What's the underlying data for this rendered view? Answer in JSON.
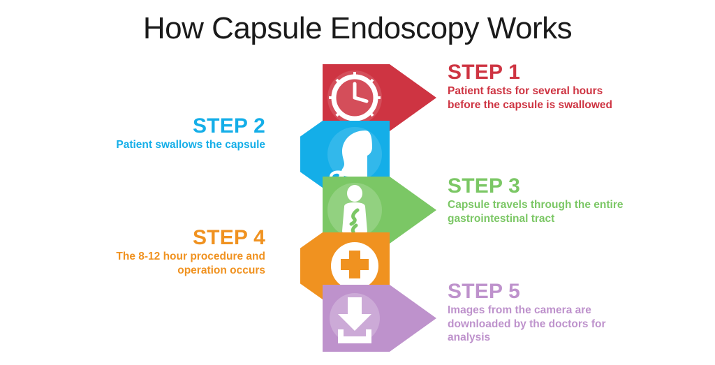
{
  "title": "How Capsule Endoscopy Works",
  "colors": {
    "step1": "#CE3442",
    "step2": "#14AEE8",
    "step3": "#7BC765",
    "step4": "#F09220",
    "step5": "#BE92CC",
    "title_text": "#1a1a1a",
    "background": "#ffffff",
    "icon_white": "#ffffff"
  },
  "steps": [
    {
      "title": "STEP 1",
      "desc": "Patient fasts for several hours before the capsule is swallowed",
      "color": "#CE3442",
      "direction": "right",
      "text_side": "right",
      "icon": "clock-icon"
    },
    {
      "title": "STEP 2",
      "desc": "Patient swallows the capsule",
      "color": "#14AEE8",
      "direction": "left",
      "text_side": "left",
      "icon": "head-swallowing-icon"
    },
    {
      "title": "STEP 3",
      "desc": "Capsule travels through the entire gastrointestinal tract",
      "color": "#7BC765",
      "direction": "right",
      "text_side": "right",
      "icon": "torso-digestive-tract-icon"
    },
    {
      "title": "STEP 4",
      "desc": "The 8-12 hour procedure and operation occurs",
      "color": "#F09220",
      "direction": "left",
      "text_side": "left",
      "icon": "medical-cross-icon"
    },
    {
      "title": "STEP 5",
      "desc": "Images from the camera are downloaded by the doctors for analysis",
      "color": "#BE92CC",
      "direction": "right",
      "text_side": "right",
      "icon": "download-icon"
    }
  ]
}
